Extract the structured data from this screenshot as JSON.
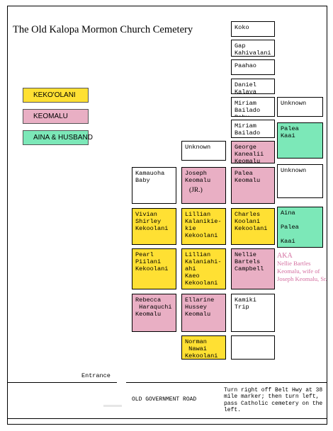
{
  "title": "The Old Kalopa Mormon Church Cemetery",
  "legend": [
    {
      "label": "KEKO'OLANI",
      "color": "#ffe033"
    },
    {
      "label": "KEOMALU",
      "color": "#e9afc4"
    },
    {
      "label": "AINA & HUSBAND",
      "color": "#7ce8b8"
    }
  ],
  "plots": [
    {
      "id": "koko",
      "text": "Koko",
      "color": "#ffffff"
    },
    {
      "id": "gap",
      "text": "Gap\nKahivalani",
      "color": "#ffffff"
    },
    {
      "id": "paahao",
      "text": "Paahao",
      "color": "#ffffff"
    },
    {
      "id": "daniel",
      "text": "Daniel\nKalaya\nKapala",
      "color": "#ffffff"
    },
    {
      "id": "miriam1",
      "text": "Miriam\nBailado\nBaby",
      "color": "#ffffff"
    },
    {
      "id": "unknown-r1",
      "text": "Unknown",
      "color": "#ffffff"
    },
    {
      "id": "miriam2",
      "text": "Miriam\nBailado\nBaby",
      "color": "#ffffff"
    },
    {
      "id": "george",
      "text": "George\nKanealii\nKeomalu",
      "color": "#e9afc4"
    },
    {
      "id": "palea-top",
      "text": "Palea\nKaai",
      "color": "#7ce8b8"
    },
    {
      "id": "unknown-m",
      "text": "Unknown",
      "color": "#ffffff"
    },
    {
      "id": "kamauoha",
      "text": "Kamauoha\nBaby",
      "color": "#ffffff"
    },
    {
      "id": "joseph",
      "text": "Joseph\nKeomalu",
      "sub": "(JR.)",
      "color": "#e9afc4"
    },
    {
      "id": "palea-k",
      "text": "Palea\nKeomalu",
      "color": "#e9afc4"
    },
    {
      "id": "unknown-r2",
      "text": "Unknown",
      "color": "#ffffff"
    },
    {
      "id": "vivian",
      "text": "Vivian\nShirley\nKekoolani",
      "color": "#ffe033"
    },
    {
      "id": "lillian1",
      "text": "Lillian\nKalanikie-\nkie\nKekoolani",
      "color": "#ffe033"
    },
    {
      "id": "charles",
      "text": "Charles\nKoolani\nKekoolani",
      "color": "#ffe033"
    },
    {
      "id": "aina",
      "text": "Aina\n\nPalea\n\nKaai",
      "color": "#7ce8b8"
    },
    {
      "id": "pearl",
      "text": "Pearl\nPiilani\nKekoolani",
      "color": "#ffe033"
    },
    {
      "id": "lillian2",
      "text": "Lillian\nKalaniahi-\nahi\nKaeo\nKekoolani",
      "color": "#ffe033"
    },
    {
      "id": "nellie",
      "text": "Nellie\nBartels\nCampbell",
      "color": "#e9afc4"
    },
    {
      "id": "rebecca",
      "text": "Rebecca\n Haraquchi\nKeomalu",
      "color": "#e9afc4"
    },
    {
      "id": "ellarine",
      "text": "Ellarine\nHussey\nKeomalu",
      "color": "#e9afc4"
    },
    {
      "id": "kamiki",
      "text": "Kamiki\nTrip",
      "color": "#ffffff"
    },
    {
      "id": "norman",
      "text": "Norman\n Nawai\nKekoolani",
      "color": "#ffe033"
    },
    {
      "id": "empty",
      "text": "",
      "color": "#ffffff"
    }
  ],
  "aka": {
    "head": "AKA",
    "body": "Nellie Bartles Keomalu, wife of Joseph Keomalu, Sr."
  },
  "entrance": "Entrance",
  "road": "OLD GOVERNMENT ROAD",
  "directions": "Turn right off Belt Hwy at 38 mile marker; then turn left, pass Catholic cemetery on the left."
}
